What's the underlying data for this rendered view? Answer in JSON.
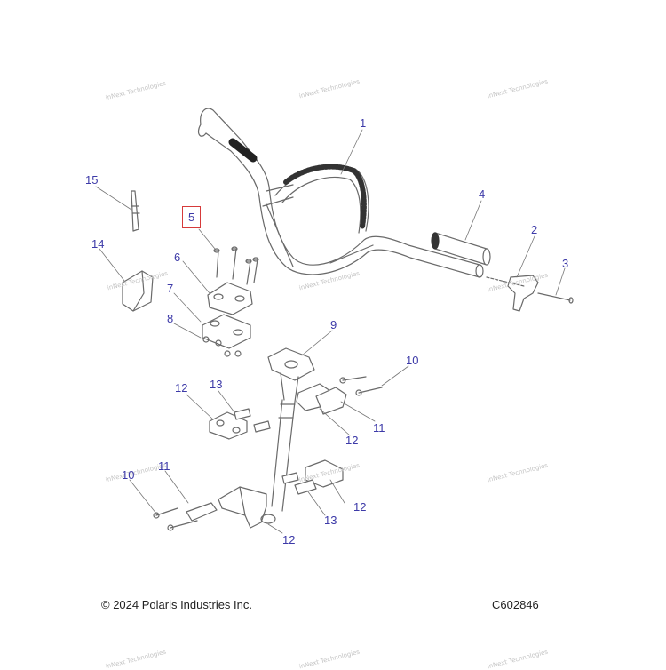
{
  "callouts": [
    {
      "id": "1",
      "text": "1"
    },
    {
      "id": "2",
      "text": "2"
    },
    {
      "id": "3",
      "text": "3"
    },
    {
      "id": "4",
      "text": "4"
    },
    {
      "id": "5",
      "text": "5"
    },
    {
      "id": "6",
      "text": "6"
    },
    {
      "id": "7",
      "text": "7"
    },
    {
      "id": "8",
      "text": "8"
    },
    {
      "id": "9",
      "text": "9"
    },
    {
      "id": "10a",
      "text": "10"
    },
    {
      "id": "10b",
      "text": "10"
    },
    {
      "id": "11a",
      "text": "11"
    },
    {
      "id": "11b",
      "text": "11"
    },
    {
      "id": "12a",
      "text": "12"
    },
    {
      "id": "12b",
      "text": "12"
    },
    {
      "id": "12c",
      "text": "12"
    },
    {
      "id": "12d",
      "text": "12"
    },
    {
      "id": "13a",
      "text": "13"
    },
    {
      "id": "13b",
      "text": "13"
    },
    {
      "id": "14",
      "text": "14"
    },
    {
      "id": "15",
      "text": "15"
    }
  ],
  "footer": {
    "copyright": "© 2024 Polaris Industries Inc.",
    "diagram_code": "C602846"
  },
  "watermark": {
    "text": "inNext Technologies"
  },
  "colors": {
    "callout": "#3d3aa8",
    "highlight_box": "#d63a3a",
    "line": "#555555",
    "part_fill": "#ffffff"
  }
}
